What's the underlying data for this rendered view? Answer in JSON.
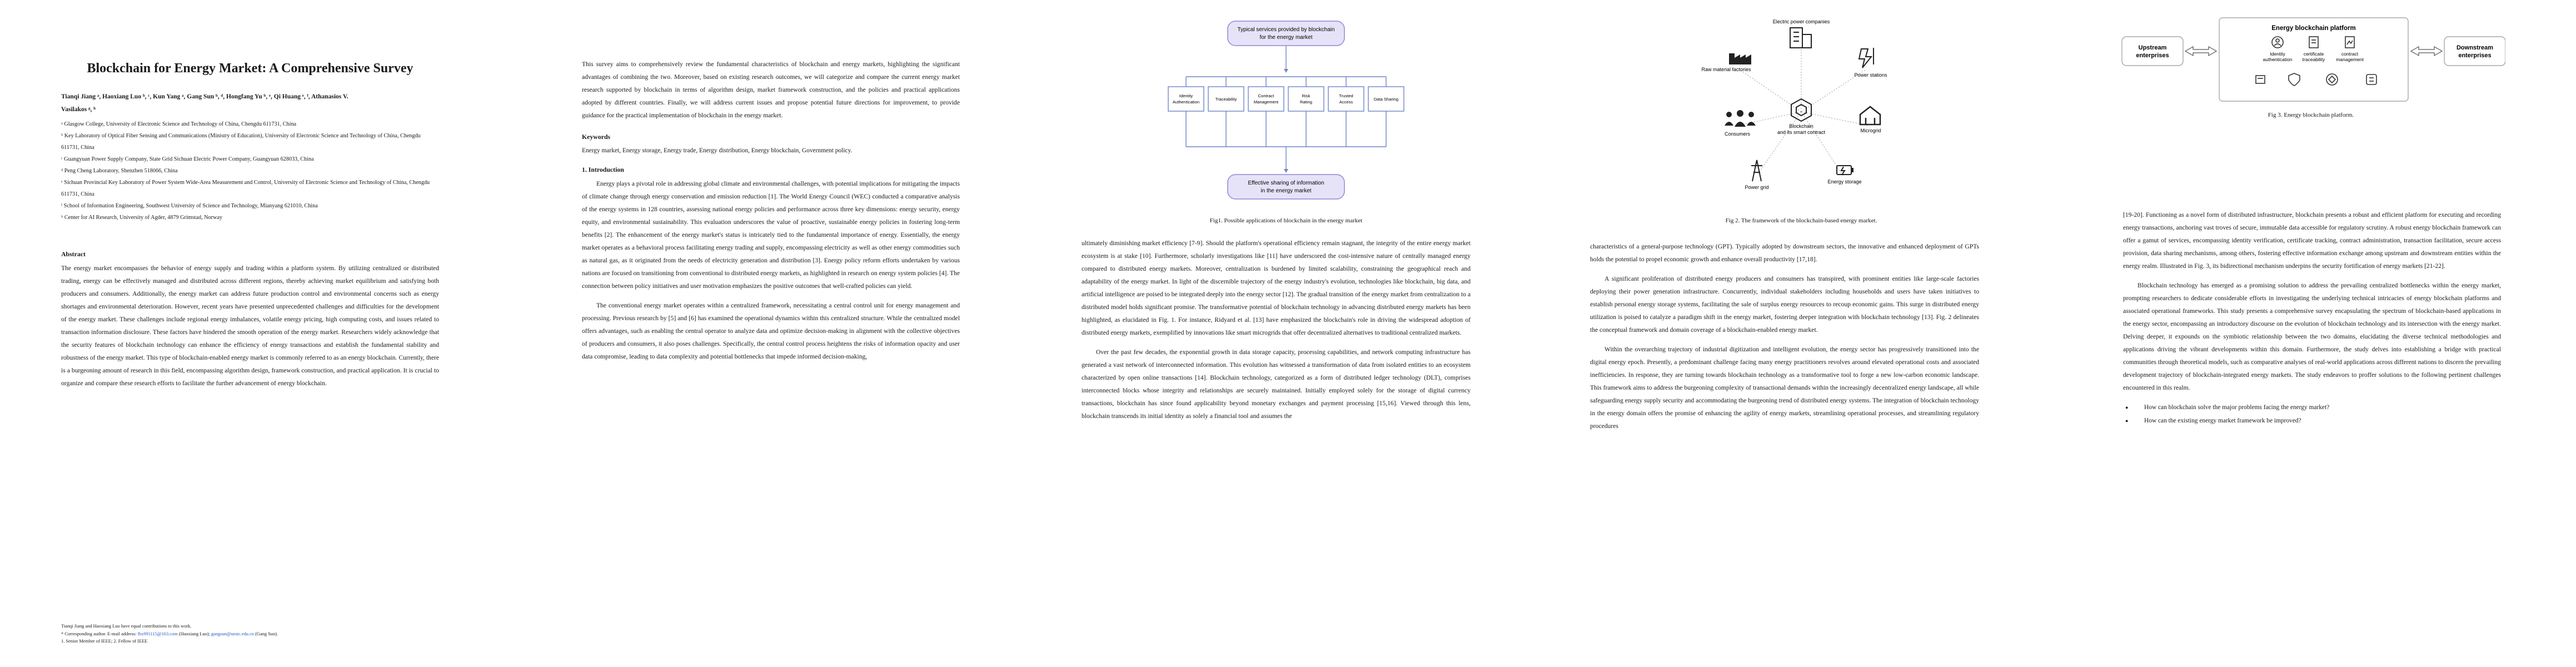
{
  "page1": {
    "title": "Blockchain for Energy Market: A Comprehensive Survey",
    "authors_line1": "Tianqi Jiang ᵃ, Haoxiang Luo ᵇ, ᶜ, Kun Yang ᵃ, Gang Sun ᵇ, ᵈ, Hongfang Yu ᵇ, ᵉ, Qi Huang ᵉ, ᶠ, Athanasios V.",
    "authors_line2": "Vasilakos ᵍ, ʰ",
    "affiliations": [
      "ᵃ Glasgow College, University of Electronic Science and Technology of China, Chengdu 611731, China",
      "ᵇ Key Laboratory of Optical Fiber Sensing and Communications (Ministry of Education), University of Electronic Science and Technology of China, Chengdu 611731, China",
      "ᶜ Guangyuan Power Supply Company, State Grid Sichuan Electric Power Company, Guangyuan 628033, China",
      "ᵈ Peng Cheng Laboratory, Shenzhen 518066, China",
      "ᵉ Sichuan Provincial Key Laboratory of Power System Wide-Area Measurement and Control, University of Electronic Science and Technology of China, Chengdu 611731, China",
      "ᶠ School of Information Engineering, Southwest University of Science and Technology, Mianyang 621010, China",
      "ʰ Center for AI Research, University of Agder, 4879 Grimstad, Norway"
    ],
    "abstract_heading": "Abstract",
    "abstract_text": "The energy market encompasses the behavior of energy supply and trading within a platform system. By utilizing centralized or distributed trading, energy can be effectively managed and distributed across different regions, thereby achieving market equilibrium and satisfying both producers and consumers. Additionally, the energy market can address future production control and environmental concerns such as energy shortages and environmental deterioration. However, recent years have presented unprecedented challenges and difficulties for the development of the energy market. These challenges include regional energy imbalances, volatile energy pricing, high computing costs, and issues related to transaction information disclosure. These factors have hindered the smooth operation of the energy market. Researchers widely acknowledge that the security features of blockchain technology can enhance the efficiency of energy transactions and establish the fundamental stability and robustness of the energy market. This type of blockchain-enabled energy market is commonly referred to as an energy blockchain. Currently, there is a burgeoning amount of research in this field, encompassing algorithm design, framework construction, and practical application. It is crucial to organize and compare these research efforts to facilitate the further advancement of energy blockchain.",
    "footnote1": "Tianqi Jiang and Haoxiang Luo have equal contributions to this work.",
    "footnote2_prefix": "* Corresponding author. E-mail address:",
    "footnote2_mail1": "lhx991115@163.com",
    "footnote2_mid": "(Haoxiang Luo);",
    "footnote2_mail2": "gangsun@uestc.edu.cn",
    "footnote2_suffix": "(Gang Sun).",
    "footnote3": "1. Senior Member of IEEE; 2. Fellow of IEEE"
  },
  "page2": {
    "intro_para": "This survey aims to comprehensively review the fundamental characteristics of blockchain and energy markets, highlighting the significant advantages of combining the two. Moreover, based on existing research outcomes, we will categorize and compare the current energy market research supported by blockchain in terms of algorithm design, market framework construction, and the policies and practical applications adopted by different countries. Finally, we will address current issues and propose potential future directions for improvement, to provide guidance for the practical implementation of blockchain in the energy market.",
    "keywords_heading": "Keywords",
    "keywords_text": "Energy market, Energy storage, Energy trade, Energy distribution, Energy blockchain, Government policy.",
    "section1_heading": "1.    Introduction",
    "section1_p1": "Energy plays a pivotal role in addressing global climate and environmental challenges, with potential implications for mitigating the impacts of climate change through energy conservation and emission reduction [1]. The World Energy Council (WEC) conducted a comparative analysis of the energy systems in 128 countries, assessing national energy policies and performance across three key dimensions: energy security, energy equity, and environmental sustainability. This evaluation underscores the value of proactive, sustainable energy policies in fostering long-term benefits [2]. The enhancement of the energy market's status is intricately tied to the fundamental importance of energy. Essentially, the energy market operates as a behavioral process facilitating energy trading and supply, encompassing electricity as well as other energy commodities such as natural gas, as it originated from the needs of electricity generation and distribution [3]. Energy policy reform efforts undertaken by various nations are focused on transitioning from conventional to distributed energy markets, as highlighted in research on energy system policies [4]. The connection between policy initiatives and user motivation emphasizes the positive outcomes that well-crafted policies can yield.",
    "section1_p2": "The conventional energy market operates within a centralized framework, necessitating a central control unit for energy management and processing. Previous research by [5] and [6] has examined the operational dynamics within this centralized structure. While the centralized model offers advantages, such as enabling the central operator to analyze data and optimize decision-making in alignment with the collective objectives of producers and consumers, it also poses challenges. Specifically, the central control process heightens the risks of information opacity and user data compromise, leading to data complexity and potential bottlenecks that impede informed decision-making,"
  },
  "page3": {
    "fig1": {
      "top_line1": "Typical services provided by blockchain",
      "top_line2": "for the energy market",
      "boxes": [
        [
          "Identity",
          "Authentication"
        ],
        [
          "Traceability"
        ],
        [
          "Contract",
          "Management"
        ],
        [
          "Risk",
          "Rating"
        ],
        [
          "Trusted",
          "Access"
        ],
        [
          "Data Sharing"
        ]
      ],
      "bottom_line1": "Effective sharing of information",
      "bottom_line2": "in the energy market",
      "caption": "Fig1. Possible applications of blockchain in the energy market"
    },
    "p1": "ultimately diminishing market efficiency [7-9]. Should the platform's operational efficiency remain stagnant, the integrity of the entire energy market ecosystem is at stake [10]. Furthermore, scholarly investigations like [11] have underscored the cost-intensive nature of centrally managed energy compared to distributed energy markets. Moreover, centralization is burdened by limited scalability, constraining the geographical reach and adaptability of the energy market. In light of the discernible trajectory of the energy industry's evolution, technologies like blockchain, big data, and artificial intelligence are poised to be integrated deeply into the energy sector [12]. The gradual transition of the energy market from centralization to a distributed model holds significant promise. The transformative potential of blockchain technology in advancing distributed energy markets has been highlighted, as elucidated in Fig. 1. For instance, Ridyard et al. [13] have emphasized the blockchain's role in driving the widespread adoption of distributed energy markets, exemplified by innovations like smart microgrids that offer decentralized alternatives to traditional centralized markets.",
    "p2": "Over the past few decades, the exponential growth in data storage capacity, processing capabilities, and network computing infrastructure has generated a vast network of interconnected information. This evolution has witnessed a transformation of data from isolated entities to an ecosystem characterized by open online transactions [14]. Blockchain technology, categorized as a form of distributed ledger technology (DLT), comprises interconnected blocks whose integrity and relationships are securely maintained. Initially employed solely for the storage of digital currency transactions, blockchain has since found applicability beyond monetary exchanges and payment processing [15,16]. Viewed through this lens, blockchain transcends its initial identity as solely a financial tool and assumes the"
  },
  "page4": {
    "fig2": {
      "labels": {
        "companies": "Electric power companies",
        "factories": "Raw material factories",
        "stations": "Power stations",
        "center1": "Blockchain",
        "center2": "and its smart contract",
        "consumers": "Consumers",
        "microgrid": "Microgrid",
        "grid": "Power grid",
        "storage": "Energy storage"
      },
      "caption": "Fig 2. The framework of the blockchain-based energy market."
    },
    "p1": "characteristics of a general-purpose technology (GPT). Typically adopted by downstream sectors, the innovative and enhanced deployment of GPTs holds the potential to propel economic growth and enhance overall productivity [17,18].",
    "p2": "A significant proliferation of distributed energy producers and consumers has transpired, with prominent entities like large-scale factories deploying their power generation infrastructure. Concurrently, individual stakeholders including households and users have taken initiatives to establish personal energy storage systems, facilitating the sale of surplus energy resources to recoup economic gains. This surge in distributed energy utilization is poised to catalyze a paradigm shift in the energy market, fostering deeper integration with blockchain technology [13]. Fig. 2 delineates the conceptual framework and domain coverage of a blockchain-enabled energy market.",
    "p3": "Within the overarching trajectory of industrial digitization and intelligent evolution, the energy sector has progressively transitioned into the digital energy epoch. Presently, a predominant challenge facing many energy practitioners revolves around elevated operational costs and associated inefficiencies. In response, they are turning towards blockchain technology as a transformative tool to forge a new low-carbon economic landscape. This framework aims to address the burgeoning complexity of transactional demands within the increasingly decentralized energy landscape, all while safeguarding energy supply security and accommodating the burgeoning trend of distributed energy systems. The integration of blockchain technology in the energy domain offers the promise of enhancing the agility of energy markets, streamlining operational processes, and streamlining regulatory procedures"
  },
  "page5": {
    "fig3": {
      "platform_title": "Energy blockchain platform",
      "upstream1": "Upstream",
      "upstream2": "enterprises",
      "downstream1": "Downstream",
      "downstream2": "enterprises",
      "services": [
        [
          "Identity",
          "authentication"
        ],
        [
          "certificate",
          "traceability"
        ],
        [
          "contract",
          "management"
        ]
      ],
      "caption": "Fig 3. Energy blockchain platform."
    },
    "p1": "[19-20]. Functioning as a novel form of distributed infrastructure, blockchain presents a robust and efficient platform for executing and recording energy transactions, anchoring vast troves of secure, immutable data accessible for regulatory scrutiny. A robust energy blockchain framework can offer a gamut of services, encompassing identity verification, certificate tracking, contract administration, transaction facilitation, secure access provision, data sharing mechanisms, among others, fostering effective information exchange among upstream and downstream entities within the energy realm. Illustrated in Fig. 3, its bidirectional mechanism underpins the security fortification of energy markets [21-22].",
    "p2": "Blockchain technology has emerged as a promising solution to address the prevailing centralized bottlenecks within the energy market, prompting researchers to dedicate considerable efforts in investigating the underlying technical intricacies of energy blockchain platforms and associated operational frameworks. This study presents a comprehensive survey encapsulating the spectrum of blockchain-based applications in the energy sector, encompassing an introductory discourse on the evolution of blockchain technology and its intersection with the energy market. Delving deeper, it expounds on the symbiotic relationship between the two domains, elucidating the diverse technical methodologies and applications driving the vibrant developments within this domain. Furthermore, the study delves into establishing a bridge with practical communities through theoretical models, such as comparative analyses of real-world applications across different nations to discern the prevailing development trajectory of blockchain-integrated energy markets. The study endeavors to proffer solutions to the following pertinent challenges encountered in this realm.",
    "bullets": [
      "How can blockchain solve the major problems facing the energy market?",
      "How can the existing energy market framework be improved?"
    ]
  },
  "colors": {
    "lavender_fill": "#e6e3f8",
    "lavender_stroke": "#8f86d6",
    "box_stroke": "#6f86c9",
    "link_blue": "#2a56c6"
  }
}
